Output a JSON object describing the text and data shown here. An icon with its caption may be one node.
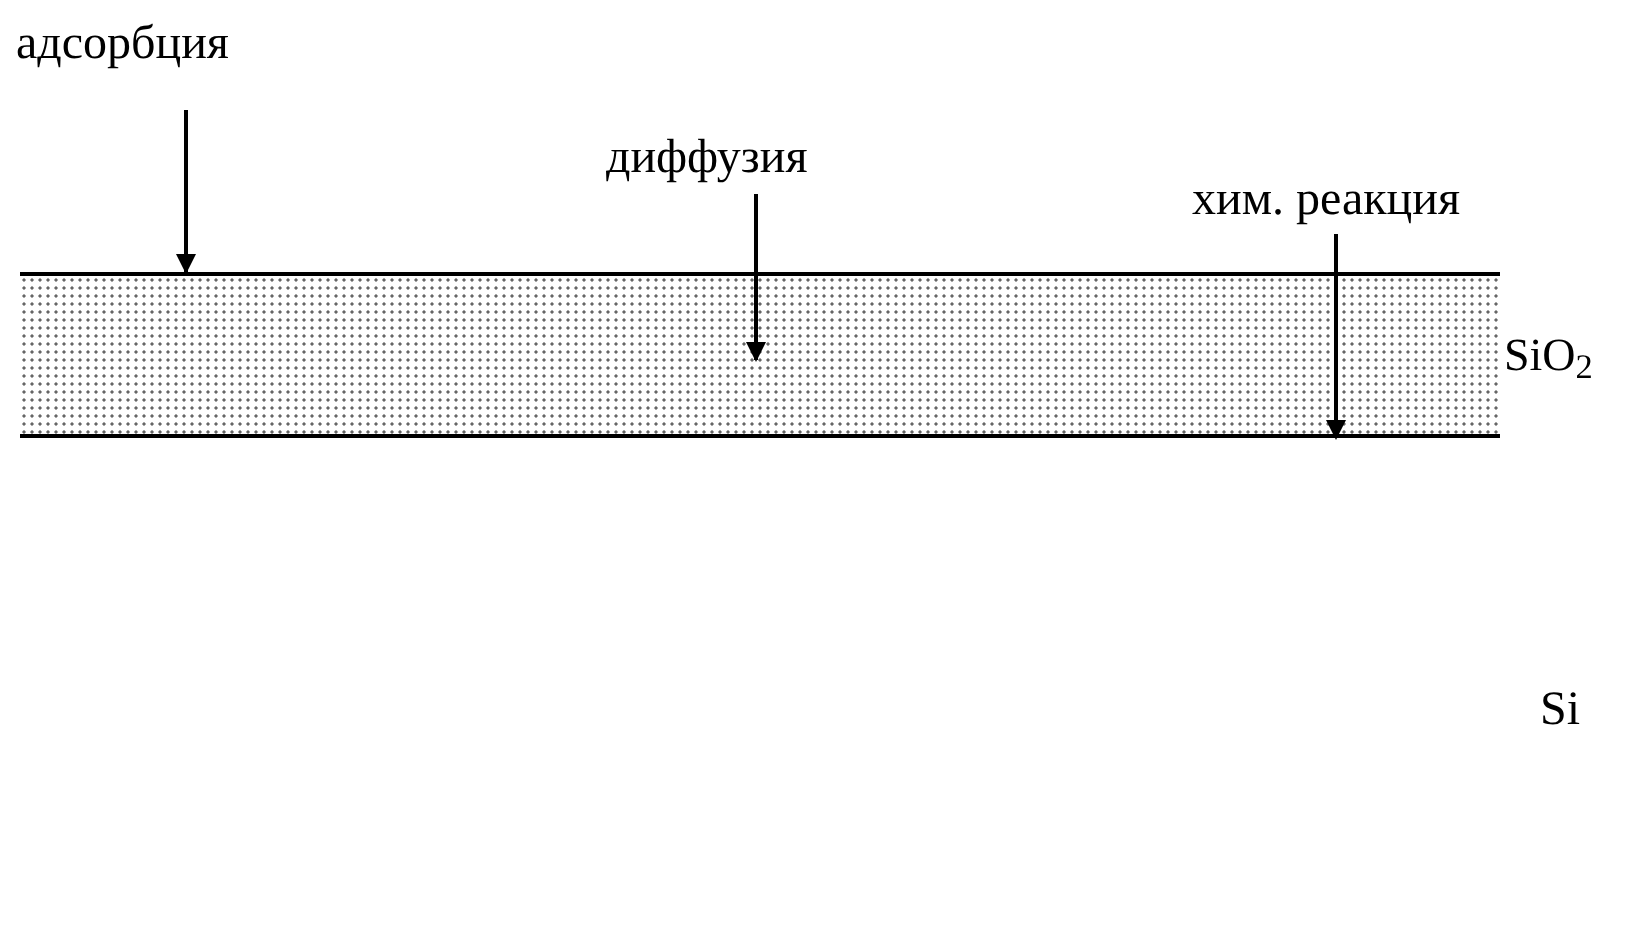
{
  "diagram": {
    "nodes": [
      {
        "text": [
          "адсорбция"
        ]
      },
      {
        "text": [
          "диффузия"
        ]
      },
      {
        "text": [
          "хим. реакция"
        ]
      },
      {
        "text": [],
        "shape": "band",
        "beside": [
          "SiO$_{2}$"
        ]
      }
    ],
    "edges": [
      {
        "from": 0,
        "to": 3,
        "arrow": "to"
      },
      {
        "from": 1,
        "to": 3,
        "arrow": "to"
      },
      {
        "from": 2,
        "to": 3,
        "arrow": "to"
      }
    ],
    "labels": [
      "Si"
    ]
  }
}
